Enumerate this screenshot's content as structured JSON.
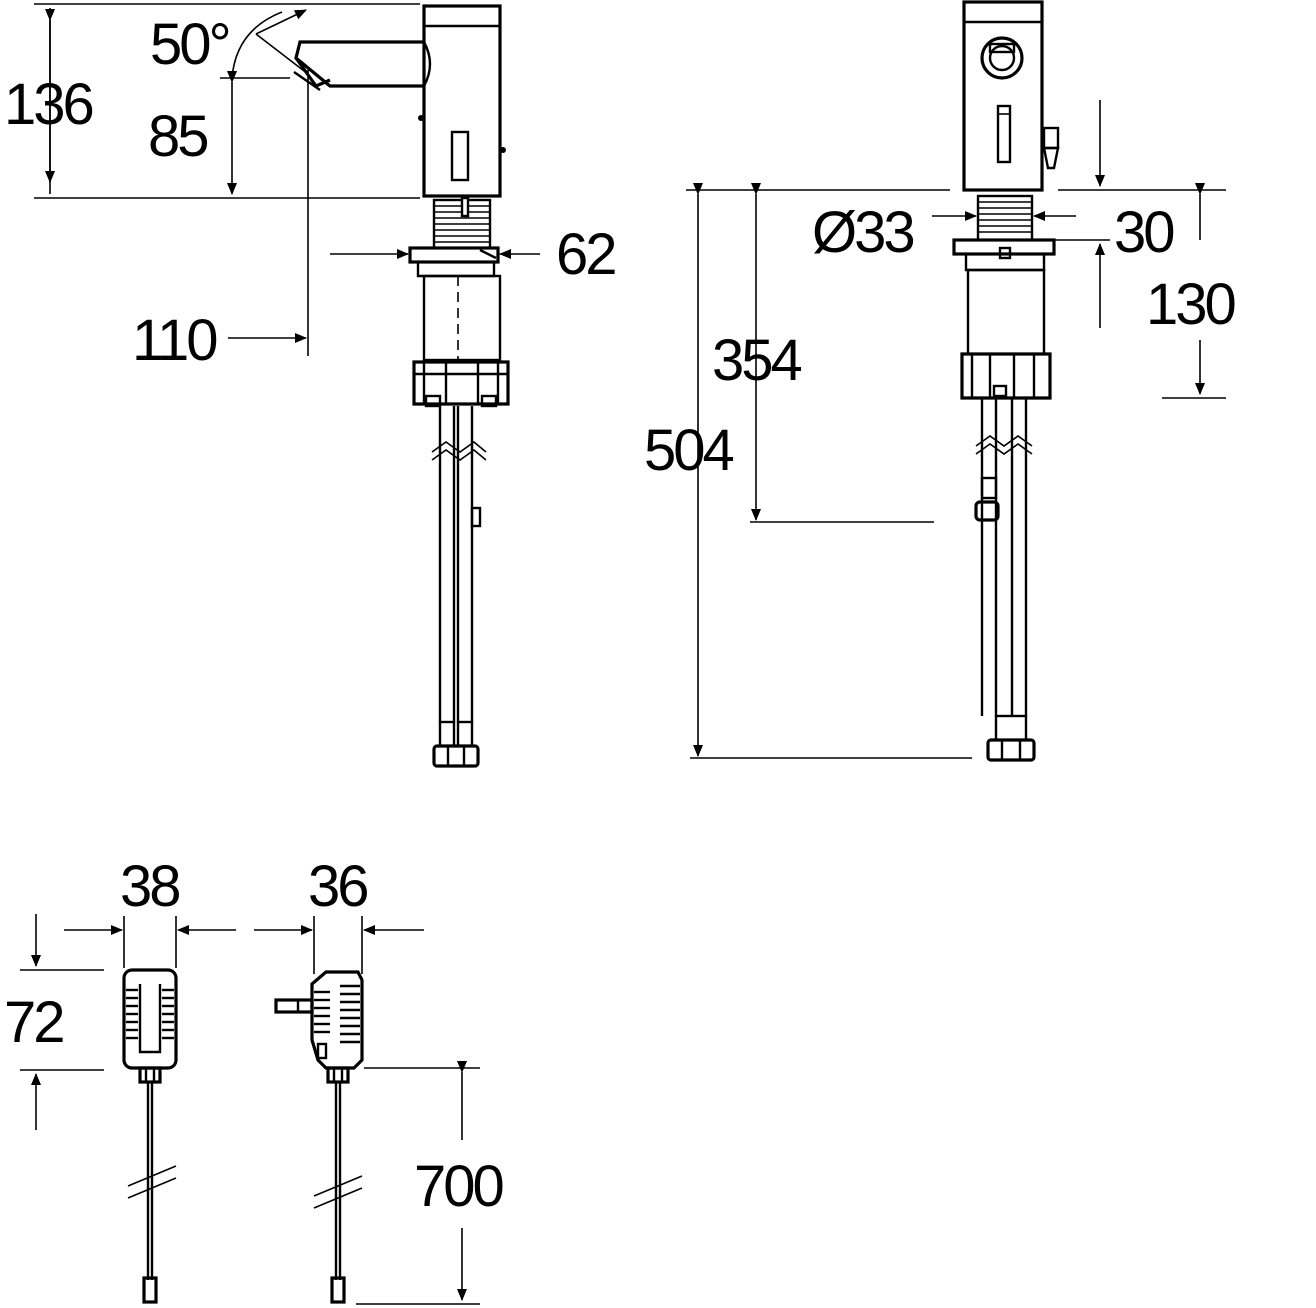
{
  "dimensions": {
    "spout_angle": "50°",
    "height_total": "136",
    "height_spout": "85",
    "thread_diameter_side": "62",
    "spout_reach": "110",
    "thread_diameter_front": "Ø33",
    "max_deck_thickness": "30",
    "shank_length": "130",
    "hose_to_connector": "354",
    "hose_total": "504",
    "adapter_width": "38",
    "plug_width": "36",
    "adapter_height": "72",
    "cable_length": "700"
  }
}
